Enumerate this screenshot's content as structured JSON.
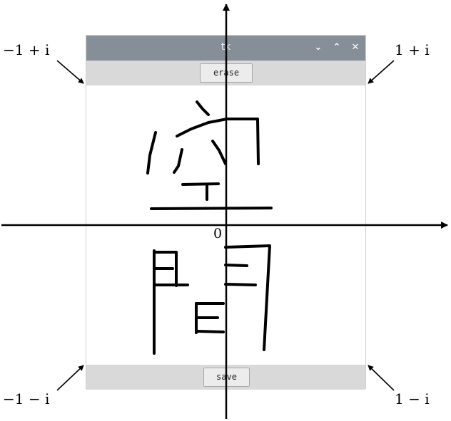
{
  "window": {
    "title": "tk"
  },
  "controls": {
    "minimize_glyph": "⌄",
    "maximize_glyph": "⌃",
    "close_glyph": "✕"
  },
  "buttons": {
    "erase": "erase",
    "save": "save"
  },
  "plane_labels": {
    "top_left": "−1 + i",
    "top_right": "1 + i",
    "bottom_left": "−1 − i",
    "bottom_right": "1 − i",
    "origin": "0"
  },
  "colors": {
    "titlebar": "#868e98",
    "toolbar": "#d9d9d9",
    "ink": "#000000"
  }
}
